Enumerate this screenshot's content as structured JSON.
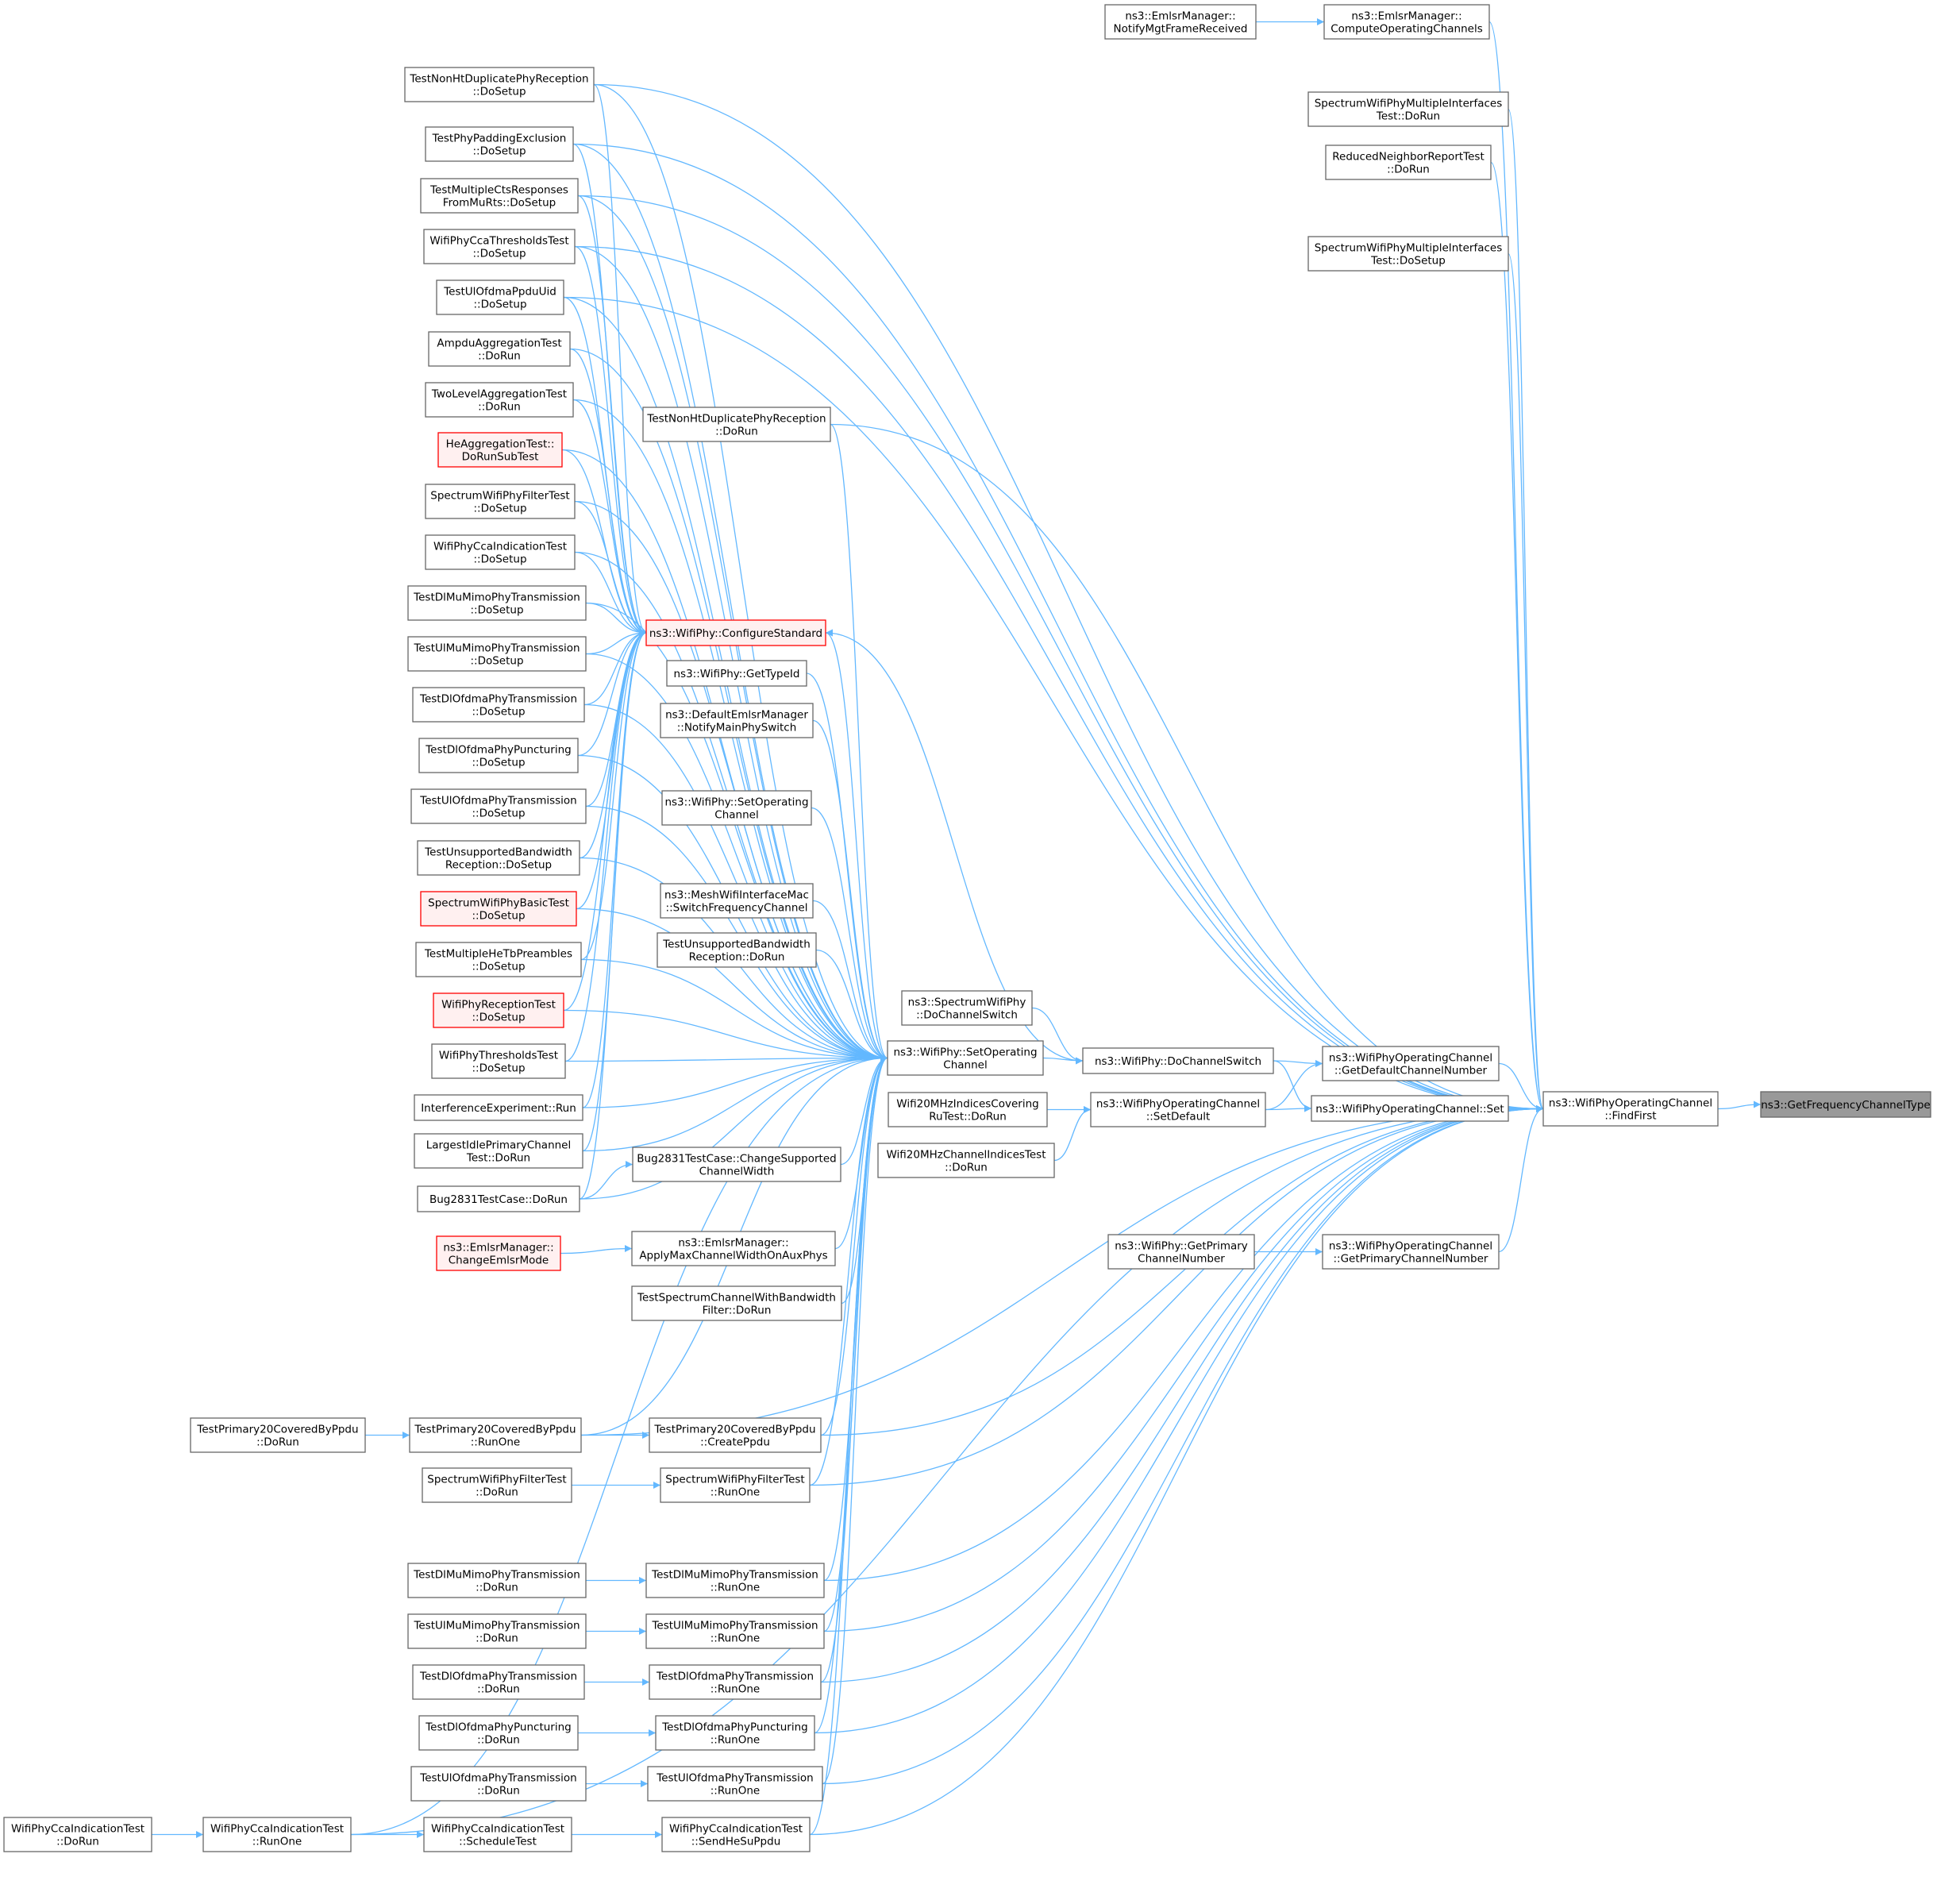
{
  "graph": {
    "nodes": [
      {
        "id": "gfct",
        "lines": [
          "ns3::GetFrequencyChannelType"
        ],
        "style": "gray"
      },
      {
        "id": "ff",
        "lines": [
          "ns3::WifiPhyOperatingChannel",
          "::FindFirst"
        ]
      },
      {
        "id": "set",
        "lines": [
          "ns3::WifiPhyOperatingChannel::Set"
        ]
      },
      {
        "id": "gdcn",
        "lines": [
          "ns3::WifiPhyOperatingChannel",
          "::GetDefaultChannelNumber"
        ]
      },
      {
        "id": "gpcn",
        "lines": [
          "ns3::WifiPhyOperatingChannel",
          "::GetPrimaryChannelNumber"
        ]
      },
      {
        "id": "coc",
        "lines": [
          "ns3::EmlsrManager::",
          "ComputeOperatingChannels"
        ]
      },
      {
        "id": "nmfr",
        "lines": [
          "ns3::EmlsrManager::",
          "NotifyMgtFrameReceived"
        ]
      },
      {
        "id": "swpmi_run",
        "lines": [
          "SpectrumWifiPhyMultipleInterfaces",
          "Test::DoRun"
        ]
      },
      {
        "id": "rnrt",
        "lines": [
          "ReducedNeighborReportTest",
          "::DoRun"
        ]
      },
      {
        "id": "swpmi_setup",
        "lines": [
          "SpectrumWifiPhyMultipleInterfaces",
          "Test::DoSetup"
        ]
      },
      {
        "id": "dcs",
        "lines": [
          "ns3::WifiPhy::DoChannelSwitch"
        ]
      },
      {
        "id": "setdef",
        "lines": [
          "ns3::WifiPhyOperatingChannel",
          "::SetDefault"
        ]
      },
      {
        "id": "gpri",
        "lines": [
          "ns3::WifiPhy::GetPrimary",
          "ChannelNumber"
        ]
      },
      {
        "id": "sdcs",
        "lines": [
          "ns3::SpectrumWifiPhy",
          "::DoChannelSwitch"
        ]
      },
      {
        "id": "w20cov",
        "lines": [
          "Wifi20MHzIndicesCovering",
          "RuTest::DoRun"
        ]
      },
      {
        "id": "w20idx",
        "lines": [
          "Wifi20MHzChannelIndicesTest",
          "::DoRun"
        ]
      },
      {
        "id": "setop",
        "lines": [
          "ns3::WifiPhy::SetOperating",
          "Channel"
        ]
      },
      {
        "id": "cs",
        "lines": [
          "ns3::WifiPhy::ConfigureStandard"
        ],
        "style": "red"
      },
      {
        "id": "gtid",
        "lines": [
          "ns3::WifiPhy::GetTypeId"
        ]
      },
      {
        "id": "demnm",
        "lines": [
          "ns3::DefaultEmlsrManager",
          "::NotifyMainPhySwitch"
        ]
      },
      {
        "id": "wpsoc",
        "lines": [
          "ns3::WifiPhy::SetOperating",
          "Channel"
        ]
      },
      {
        "id": "mwsfc",
        "lines": [
          "ns3::MeshWifiInterfaceMac",
          "::SwitchFrequencyChannel"
        ]
      },
      {
        "id": "tubr_run",
        "lines": [
          "TestUnsupportedBandwidth",
          "Reception::DoRun"
        ]
      },
      {
        "id": "tnhd_run",
        "lines": [
          "TestNonHtDuplicatePhyReception",
          "::DoRun"
        ]
      },
      {
        "id": "bug_csc",
        "lines": [
          "Bug2831TestCase::ChangeSupported",
          "ChannelWidth"
        ]
      },
      {
        "id": "amcw",
        "lines": [
          "ns3::EmlsrManager::",
          "ApplyMaxChannelWidthOnAuxPhys"
        ]
      },
      {
        "id": "tscbf",
        "lines": [
          "TestSpectrumChannelWithBandwidth",
          "Filter::DoRun"
        ]
      },
      {
        "id": "tp20_cp",
        "lines": [
          "TestPrimary20CoveredByPpdu",
          "::CreatePpdu"
        ]
      },
      {
        "id": "swpf_ro",
        "lines": [
          "SpectrumWifiPhyFilterTest",
          "::RunOne"
        ]
      },
      {
        "id": "tdlmu_ro",
        "lines": [
          "TestDlMuMimoPhyTransmission",
          "::RunOne"
        ]
      },
      {
        "id": "tulmu_ro",
        "lines": [
          "TestUlMuMimoPhyTransmission",
          "::RunOne"
        ]
      },
      {
        "id": "tdlof_ro",
        "lines": [
          "TestDlOfdmaPhyTransmission",
          "::RunOne"
        ]
      },
      {
        "id": "tdlpu_ro",
        "lines": [
          "TestDlOfdmaPhyPuncturing",
          "::RunOne"
        ]
      },
      {
        "id": "tulof_ro",
        "lines": [
          "TestUlOfdmaPhyTransmission",
          "::RunOne"
        ]
      },
      {
        "id": "wpci_sh",
        "lines": [
          "WifiPhyCcaIndicationTest",
          "::SendHeSuPpdu"
        ]
      },
      {
        "id": "tnhd_setup",
        "lines": [
          "TestNonHtDuplicatePhyReception",
          "::DoSetup"
        ]
      },
      {
        "id": "tppe",
        "lines": [
          "TestPhyPaddingExclusion",
          "::DoSetup"
        ]
      },
      {
        "id": "tmcr",
        "lines": [
          "TestMultipleCtsResponses",
          "FromMuRts::DoSetup"
        ]
      },
      {
        "id": "wpcth",
        "lines": [
          "WifiPhyCcaThresholdsTest",
          "::DoSetup"
        ]
      },
      {
        "id": "tuopu",
        "lines": [
          "TestUlOfdmaPpduUid",
          "::DoSetup"
        ]
      },
      {
        "id": "aat",
        "lines": [
          "AmpduAggregationTest",
          "::DoRun"
        ]
      },
      {
        "id": "tlat",
        "lines": [
          "TwoLevelAggregationTest",
          "::DoRun"
        ]
      },
      {
        "id": "hat",
        "lines": [
          "HeAggregationTest::",
          "DoRunSubTest"
        ],
        "style": "red"
      },
      {
        "id": "swpf_setup",
        "lines": [
          "SpectrumWifiPhyFilterTest",
          "::DoSetup"
        ]
      },
      {
        "id": "wpci_setup",
        "lines": [
          "WifiPhyCcaIndicationTest",
          "::DoSetup"
        ]
      },
      {
        "id": "tdlmu_setup",
        "lines": [
          "TestDlMuMimoPhyTransmission",
          "::DoSetup"
        ]
      },
      {
        "id": "tulmu_setup",
        "lines": [
          "TestUlMuMimoPhyTransmission",
          "::DoSetup"
        ]
      },
      {
        "id": "tdlof_setup",
        "lines": [
          "TestDlOfdmaPhyTransmission",
          "::DoSetup"
        ]
      },
      {
        "id": "tdlpu_setup",
        "lines": [
          "TestDlOfdmaPhyPuncturing",
          "::DoSetup"
        ]
      },
      {
        "id": "tulof_setup",
        "lines": [
          "TestUlOfdmaPhyTransmission",
          "::DoSetup"
        ]
      },
      {
        "id": "tubr_setup",
        "lines": [
          "TestUnsupportedBandwidth",
          "Reception::DoSetup"
        ]
      },
      {
        "id": "swpbt",
        "lines": [
          "SpectrumWifiPhyBasicTest",
          "::DoSetup"
        ],
        "style": "red"
      },
      {
        "id": "tmhtp",
        "lines": [
          "TestMultipleHeTbPreambles",
          "::DoSetup"
        ]
      },
      {
        "id": "wprt",
        "lines": [
          "WifiPhyReceptionTest",
          "::DoSetup"
        ],
        "style": "red"
      },
      {
        "id": "wptt",
        "lines": [
          "WifiPhyThresholdsTest",
          "::DoSetup"
        ]
      },
      {
        "id": "ier",
        "lines": [
          "InterferenceExperiment::Run"
        ]
      },
      {
        "id": "lipc",
        "lines": [
          "LargestIdlePrimaryChannel",
          "Test::DoRun"
        ]
      },
      {
        "id": "bug_run",
        "lines": [
          "Bug2831TestCase::DoRun"
        ]
      },
      {
        "id": "cem",
        "lines": [
          "ns3::EmlsrManager::",
          "ChangeEmlsrMode"
        ],
        "style": "red"
      },
      {
        "id": "tp20_ro",
        "lines": [
          "TestPrimary20CoveredByPpdu",
          "::RunOne"
        ]
      },
      {
        "id": "tp20_run",
        "lines": [
          "TestPrimary20CoveredByPpdu",
          "::DoRun"
        ]
      },
      {
        "id": "swpf_run",
        "lines": [
          "SpectrumWifiPhyFilterTest",
          "::DoRun"
        ]
      },
      {
        "id": "tdlmu_run",
        "lines": [
          "TestDlMuMimoPhyTransmission",
          "::DoRun"
        ]
      },
      {
        "id": "tulmu_run",
        "lines": [
          "TestUlMuMimoPhyTransmission",
          "::DoRun"
        ]
      },
      {
        "id": "tdlof_run",
        "lines": [
          "TestDlOfdmaPhyTransmission",
          "::DoRun"
        ]
      },
      {
        "id": "tdlpu_run",
        "lines": [
          "TestDlOfdmaPhyPuncturing",
          "::DoRun"
        ]
      },
      {
        "id": "tulof_run",
        "lines": [
          "TestUlOfdmaPhyTransmission",
          "::DoRun"
        ]
      },
      {
        "id": "wpci_st",
        "lines": [
          "WifiPhyCcaIndicationTest",
          "::ScheduleTest"
        ]
      },
      {
        "id": "wpci_ro",
        "lines": [
          "WifiPhyCcaIndicationTest",
          "::RunOne"
        ]
      },
      {
        "id": "wpci_run",
        "lines": [
          "WifiPhyCcaIndicationTest",
          "::DoRun"
        ]
      }
    ],
    "edges": [
      [
        "ff",
        "gfct"
      ],
      [
        "set",
        "ff"
      ],
      [
        "gdcn",
        "ff"
      ],
      [
        "gpcn",
        "ff"
      ],
      [
        "coc",
        "ff"
      ],
      [
        "nmfr",
        "coc"
      ],
      [
        "swpmi_run",
        "ff"
      ],
      [
        "rnrt",
        "ff"
      ],
      [
        "swpmi_setup",
        "ff"
      ],
      [
        "tnhd_setup",
        "ff"
      ],
      [
        "tppe",
        "ff"
      ],
      [
        "tmcr",
        "ff"
      ],
      [
        "wpcth",
        "ff"
      ],
      [
        "tuopu",
        "ff"
      ],
      [
        "tnhd_run",
        "ff"
      ],
      [
        "dcs",
        "gdcn"
      ],
      [
        "setdef",
        "gdcn"
      ],
      [
        "setdef",
        "set"
      ],
      [
        "dcs",
        "set"
      ],
      [
        "gpri",
        "gpcn"
      ],
      [
        "sdcs",
        "dcs"
      ],
      [
        "setop",
        "dcs"
      ],
      [
        "dcs",
        "cs"
      ],
      [
        "w20cov",
        "setdef"
      ],
      [
        "w20idx",
        "setdef"
      ],
      [
        "tp20_ro",
        "ff"
      ],
      [
        "swpf_ro",
        "ff"
      ],
      [
        "tdlmu_ro",
        "ff"
      ],
      [
        "tulmu_ro",
        "ff"
      ],
      [
        "tdlof_ro",
        "ff"
      ],
      [
        "tdlpu_ro",
        "ff"
      ],
      [
        "tulof_ro",
        "ff"
      ],
      [
        "wpci_sh",
        "ff"
      ],
      [
        "wpci_ro",
        "ff"
      ],
      [
        "tp20_cp",
        "ff"
      ],
      [
        "setop",
        "cs"
      ],
      [
        "gtid",
        "setop"
      ],
      [
        "demnm",
        "setop"
      ],
      [
        "wpsoc",
        "setop"
      ],
      [
        "mwsfc",
        "setop"
      ],
      [
        "tubr_run",
        "setop"
      ],
      [
        "tnhd_run",
        "setop"
      ],
      [
        "bug_csc",
        "setop"
      ],
      [
        "amcw",
        "setop"
      ],
      [
        "tscbf",
        "setop"
      ],
      [
        "tp20_cp",
        "setop"
      ],
      [
        "swpf_ro",
        "setop"
      ],
      [
        "tdlmu_ro",
        "setop"
      ],
      [
        "tulmu_ro",
        "setop"
      ],
      [
        "tdlof_ro",
        "setop"
      ],
      [
        "tdlpu_ro",
        "setop"
      ],
      [
        "tulof_ro",
        "setop"
      ],
      [
        "wpci_sh",
        "setop"
      ],
      [
        "tnhd_setup",
        "setop"
      ],
      [
        "tppe",
        "setop"
      ],
      [
        "tmcr",
        "setop"
      ],
      [
        "wpcth",
        "setop"
      ],
      [
        "tuopu",
        "setop"
      ],
      [
        "aat",
        "setop"
      ],
      [
        "tlat",
        "setop"
      ],
      [
        "hat",
        "setop"
      ],
      [
        "swpf_setup",
        "setop"
      ],
      [
        "wpci_setup",
        "setop"
      ],
      [
        "tdlmu_setup",
        "setop"
      ],
      [
        "tulmu_setup",
        "setop"
      ],
      [
        "tdlof_setup",
        "setop"
      ],
      [
        "tdlpu_setup",
        "setop"
      ],
      [
        "tulof_setup",
        "setop"
      ],
      [
        "tubr_setup",
        "setop"
      ],
      [
        "swpbt",
        "setop"
      ],
      [
        "tmhtp",
        "setop"
      ],
      [
        "wprt",
        "setop"
      ],
      [
        "wptt",
        "setop"
      ],
      [
        "ier",
        "setop"
      ],
      [
        "lipc",
        "setop"
      ],
      [
        "bug_run",
        "setop"
      ],
      [
        "tp20_ro",
        "setop"
      ],
      [
        "wpci_ro",
        "setop"
      ],
      [
        "tnhd_setup",
        "cs"
      ],
      [
        "tppe",
        "cs"
      ],
      [
        "tmcr",
        "cs"
      ],
      [
        "wpcth",
        "cs"
      ],
      [
        "tuopu",
        "cs"
      ],
      [
        "aat",
        "cs"
      ],
      [
        "tlat",
        "cs"
      ],
      [
        "hat",
        "cs"
      ],
      [
        "swpf_setup",
        "cs"
      ],
      [
        "wpci_setup",
        "cs"
      ],
      [
        "tdlmu_setup",
        "cs"
      ],
      [
        "tulmu_setup",
        "cs"
      ],
      [
        "tdlof_setup",
        "cs"
      ],
      [
        "tdlpu_setup",
        "cs"
      ],
      [
        "tulof_setup",
        "cs"
      ],
      [
        "tubr_setup",
        "cs"
      ],
      [
        "swpbt",
        "cs"
      ],
      [
        "tmhtp",
        "cs"
      ],
      [
        "wprt",
        "cs"
      ],
      [
        "wptt",
        "cs"
      ],
      [
        "ier",
        "cs"
      ],
      [
        "lipc",
        "cs"
      ],
      [
        "bug_run",
        "cs"
      ],
      [
        "bug_run",
        "bug_csc"
      ],
      [
        "cem",
        "amcw"
      ],
      [
        "tp20_ro",
        "tp20_cp"
      ],
      [
        "tp20_run",
        "tp20_ro"
      ],
      [
        "swpf_run",
        "swpf_ro"
      ],
      [
        "tdlmu_run",
        "tdlmu_ro"
      ],
      [
        "tulmu_run",
        "tulmu_ro"
      ],
      [
        "tdlof_run",
        "tdlof_ro"
      ],
      [
        "tdlpu_run",
        "tdlpu_ro"
      ],
      [
        "tulof_run",
        "tulof_ro"
      ],
      [
        "wpci_st",
        "wpci_sh"
      ],
      [
        "wpci_ro",
        "wpci_st"
      ],
      [
        "wpci_run",
        "wpci_ro"
      ]
    ]
  }
}
